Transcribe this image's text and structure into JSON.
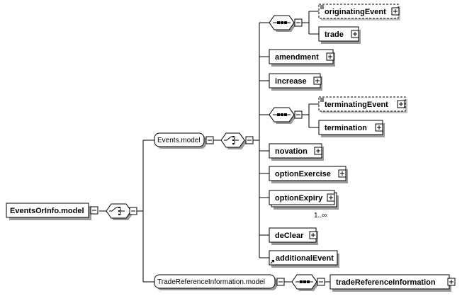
{
  "diagram": {
    "root": {
      "label": "EventsOrInfo.model"
    },
    "groups": {
      "events_model": {
        "label": "Events.model"
      },
      "trade_ref_model": {
        "label": "TradeReferenceInformation.model"
      }
    },
    "elements": {
      "originating_event": "originatingEvent",
      "trade": "trade",
      "amendment": "amendment",
      "increase": "increase",
      "terminating_event": "terminatingEvent",
      "termination": "termination",
      "novation": "novation",
      "option_exercise": "optionExercise",
      "option_expiry": "optionExpiry",
      "de_clear": "deClear",
      "additional_event": "additionalEvent",
      "trade_reference_information": "tradeReferenceInformation"
    },
    "cardinality": {
      "option_expiry": "1..∞"
    },
    "compositors": {
      "root_choice": "choice",
      "events_choice": "choice",
      "seq_originating": "sequence",
      "seq_terminating": "sequence",
      "seq_trade_ref": "sequence"
    }
  }
}
